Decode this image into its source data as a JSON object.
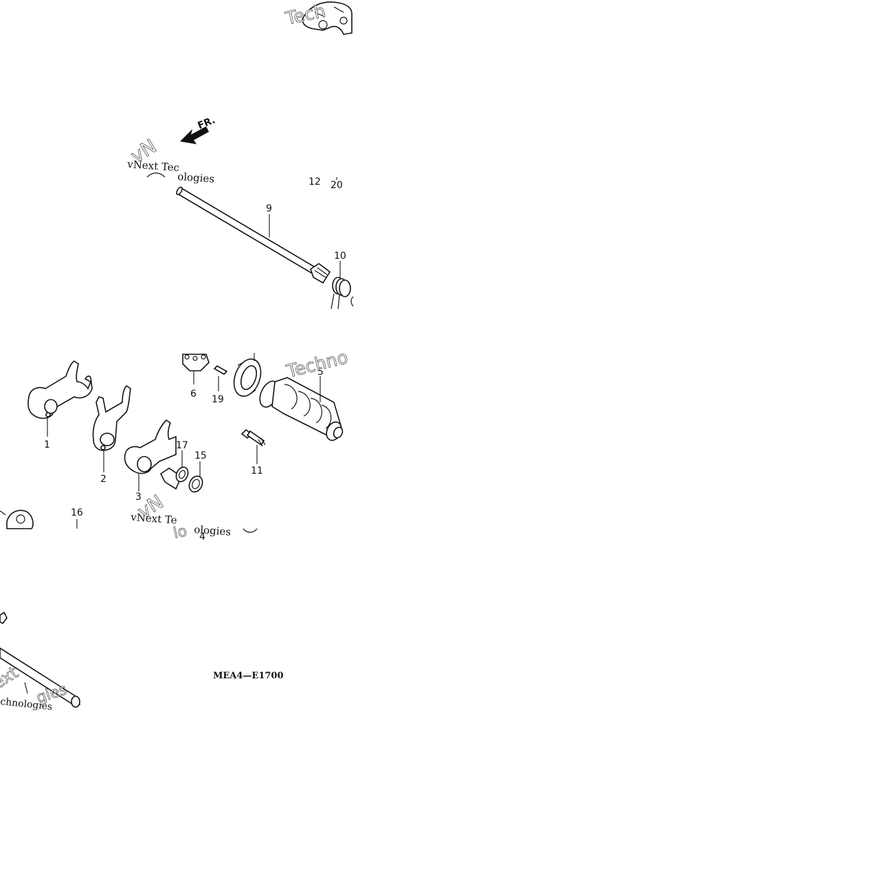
{
  "diagram": {
    "direction_arrow_label": "FR.",
    "diagram_code": "MEA4—E1700",
    "watermark_text": "vNext Technologies",
    "callouts": {
      "p1": "1",
      "p2": "2",
      "p3": "3",
      "p4": "4",
      "p5": "5",
      "p6": "6",
      "p9": "9",
      "p10": "10",
      "p11": "11",
      "p12": "12",
      "p15": "15",
      "p16": "16",
      "p17": "17",
      "p19": "19",
      "p20": "20"
    }
  }
}
